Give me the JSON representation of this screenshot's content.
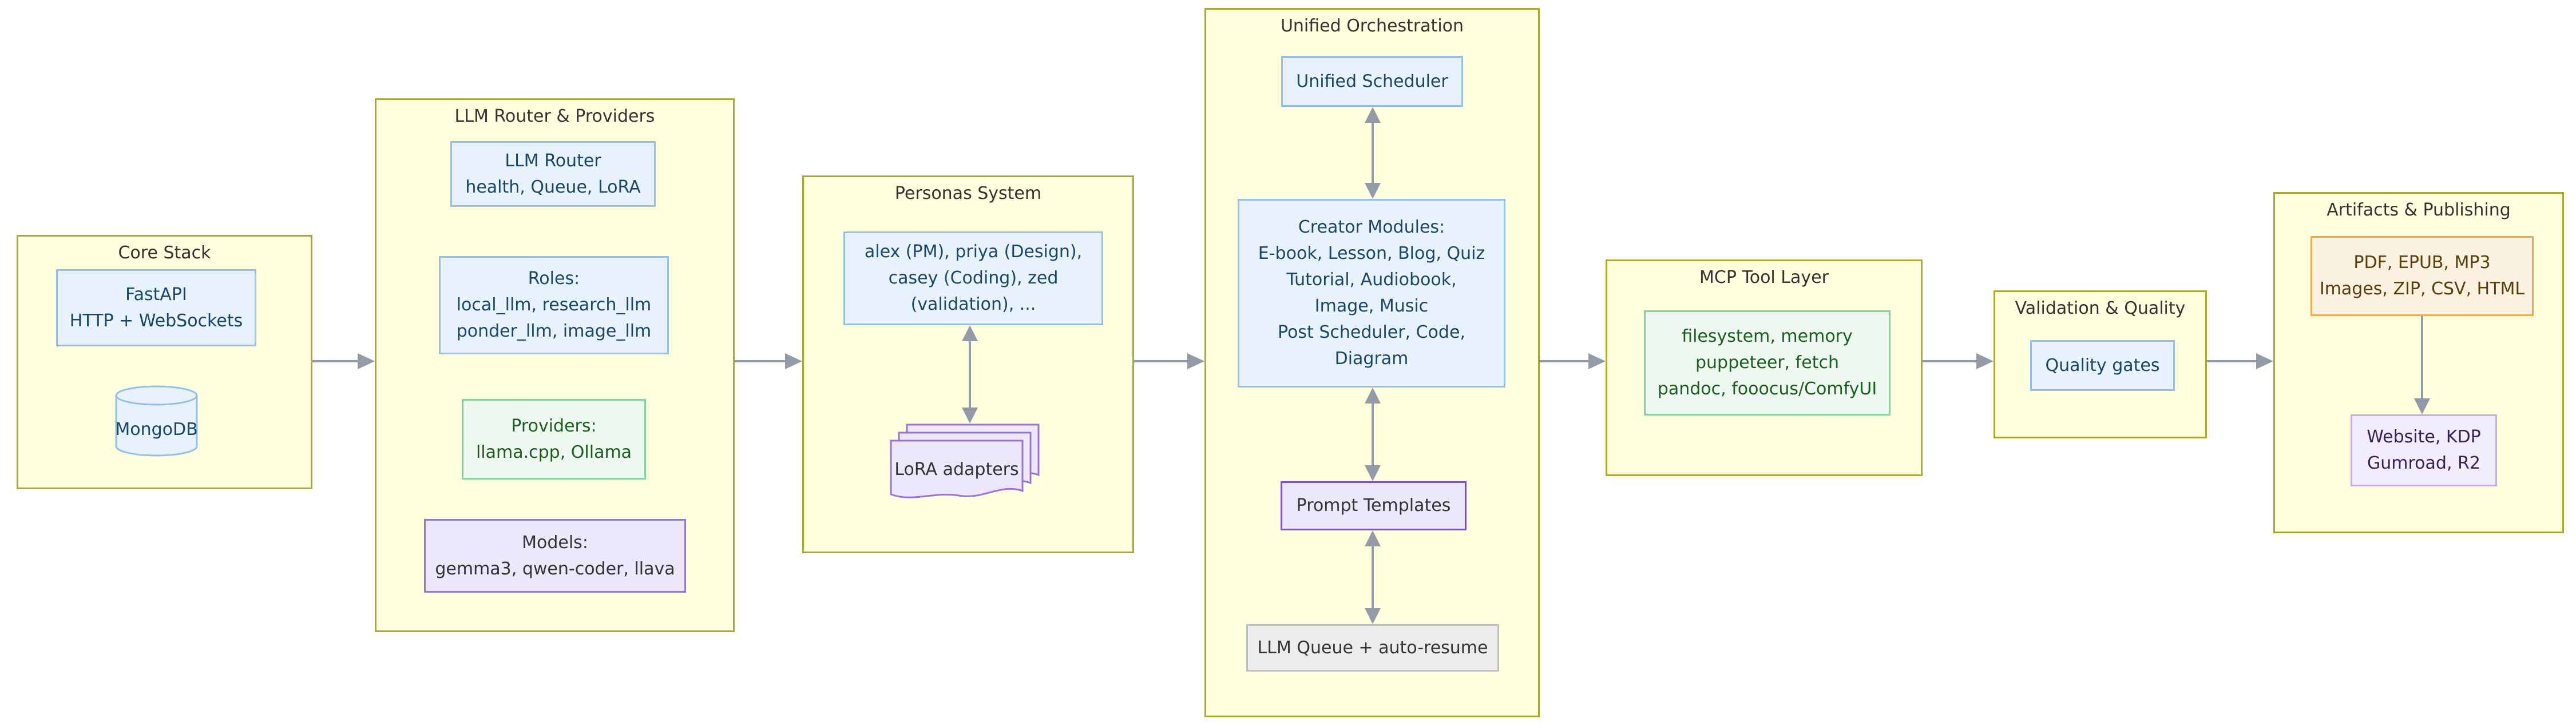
{
  "subgraphs": [
    {
      "id": "core",
      "title": "Core Stack"
    },
    {
      "id": "llm",
      "title": "LLM Router & Providers"
    },
    {
      "id": "personas",
      "title": "Personas System"
    },
    {
      "id": "orch",
      "title": "Unified Orchestration"
    },
    {
      "id": "mcp",
      "title": "MCP Tool Layer"
    },
    {
      "id": "validation",
      "title": "Validation & Quality"
    },
    {
      "id": "artifacts",
      "title": "Artifacts & Publishing"
    }
  ],
  "nodes": {
    "fastapi": {
      "lines": [
        "FastAPI",
        "HTTP + WebSockets"
      ]
    },
    "mongodb": {
      "label": "MongoDB"
    },
    "router": {
      "lines": [
        "LLM Router",
        "health, Queue, LoRA"
      ]
    },
    "roles": {
      "lines": [
        "Roles:",
        "local_llm, research_llm",
        "ponder_llm, image_llm"
      ]
    },
    "providers": {
      "lines": [
        "Providers:",
        "llama.cpp, Ollama"
      ]
    },
    "models": {
      "lines": [
        "Models:",
        "gemma3, qwen-coder, llava"
      ]
    },
    "personas_team": {
      "lines": [
        "alex (PM), priya (Design),",
        "casey (Coding), zed",
        "(validation), ..."
      ]
    },
    "lora_adapters": {
      "label": "LoRA adapters"
    },
    "scheduler": {
      "label": "Unified Scheduler"
    },
    "creator": {
      "lines": [
        "Creator Modules:",
        "E-book, Lesson, Blog, Quiz",
        "Tutorial, Audiobook,",
        "Image, Music",
        "Post Scheduler, Code,",
        "Diagram"
      ]
    },
    "prompt_templates": {
      "label": "Prompt Templates"
    },
    "llm_queue": {
      "label": "LLM Queue + auto-resume"
    },
    "mcp_tools": {
      "lines": [
        "filesystem, memory",
        "puppeteer, fetch",
        "pandoc, fooocus/ComfyUI"
      ]
    },
    "quality_gates": {
      "label": "Quality gates"
    },
    "artifact_formats": {
      "lines": [
        "PDF, EPUB, MP3",
        "Images, ZIP, CSV, HTML"
      ]
    },
    "publish_channels": {
      "lines": [
        "Website, KDP",
        "Gumroad, R2"
      ]
    }
  },
  "colors": {
    "background": "#ffffff",
    "subgraph_fill": "#ffffde",
    "subgraph_border": "#aaaa33",
    "title_text": "#333333",
    "blue_fill": "#e7f2fd",
    "blue_border": "#93bfea",
    "blue_text": "#1a4766",
    "green_fill": "#eef8f0",
    "green_border": "#7ed49a",
    "green_text": "#1b5e20",
    "lavender_fill": "#ece7fa",
    "lavender_border": "#8e7cc3",
    "prompt_border": "#7c52c6",
    "docs_border": "#9b72d8",
    "channels_fill": "#f2edfc",
    "channels_border": "#c9ace9",
    "channels_text": "#33215c",
    "orange_fill": "#fbf1e1",
    "orange_border": "#f0a94f",
    "orange_text": "#5a3e0a",
    "gray_fill": "#ececec",
    "gray_border": "#bfbfbf",
    "gray_text": "#333333",
    "arrow": "#939aa8"
  }
}
